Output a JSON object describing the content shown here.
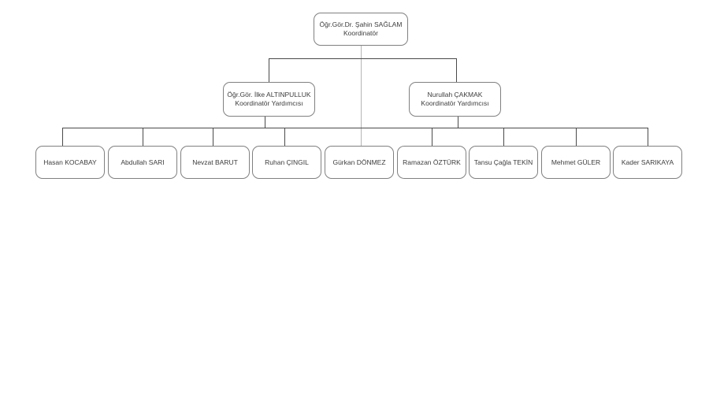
{
  "diagram": {
    "type": "org-chart",
    "root": {
      "name": "Öğr.Gör.Dr. Şahin SAĞLAM",
      "role": "Koordinatör"
    },
    "deputies": [
      {
        "name": "Öğr.Gör. İlke ALTINPULLUK",
        "role": "Koordinatör Yardımcısı"
      },
      {
        "name": "Nurullah ÇAKMAK",
        "role": "Koordinatör Yardımcısı"
      }
    ],
    "members": [
      "Hasan KOCABAY",
      "Abdullah SARI",
      "Nevzat BARUT",
      "Ruhan ÇINGIL",
      "Gürkan DÖNMEZ",
      "Ramazan ÖZTÜRK",
      "Tansu Çağla TEKİN",
      "Mehmet GÜLER",
      "Kader SARIKAYA"
    ],
    "colors": {
      "bg": "#ffffff",
      "box_border": "#808080",
      "text": "#3c3c3c",
      "line_dark": "#4a4a4a",
      "line_light": "#b5b5b5"
    }
  }
}
